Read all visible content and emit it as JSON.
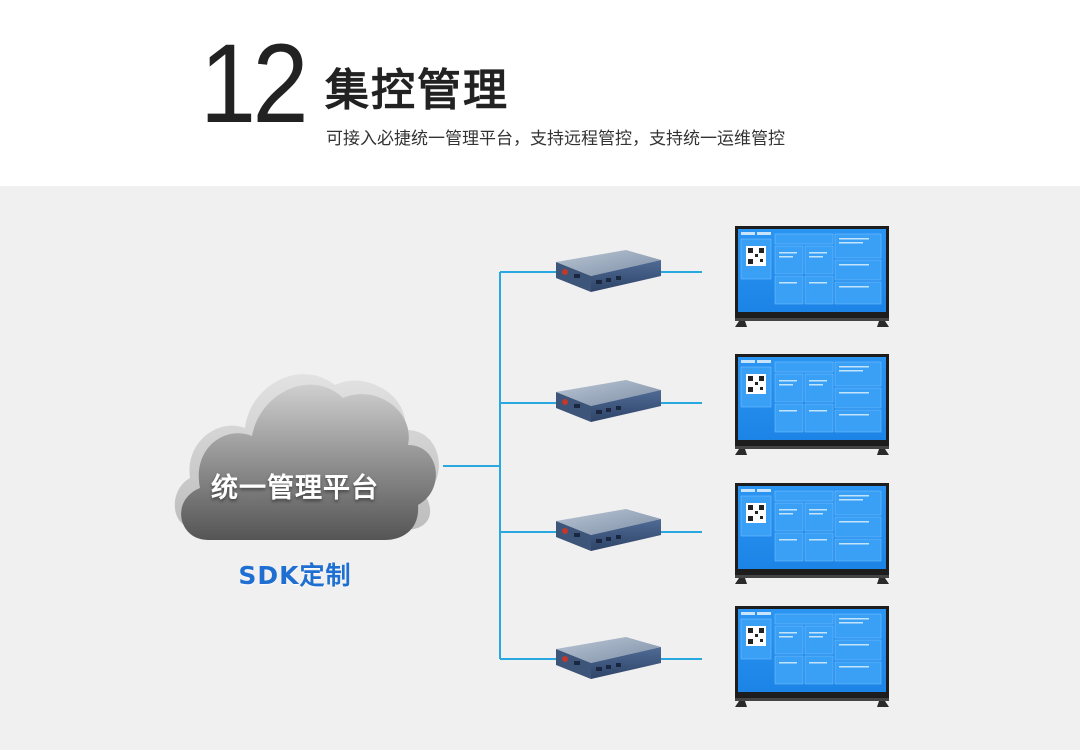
{
  "header": {
    "number": "12",
    "title": "集控管理",
    "subtitle": "可接入必捷统一管理平台，支持远程管控，支持统一运维管控"
  },
  "diagram": {
    "cloud_label": "统一管理平台",
    "sdk_label": "SDK定制",
    "colors": {
      "connector": "#29a8e0",
      "screen_blue": "#1f8ef1",
      "sdk_text": "#1e6fd1"
    }
  }
}
